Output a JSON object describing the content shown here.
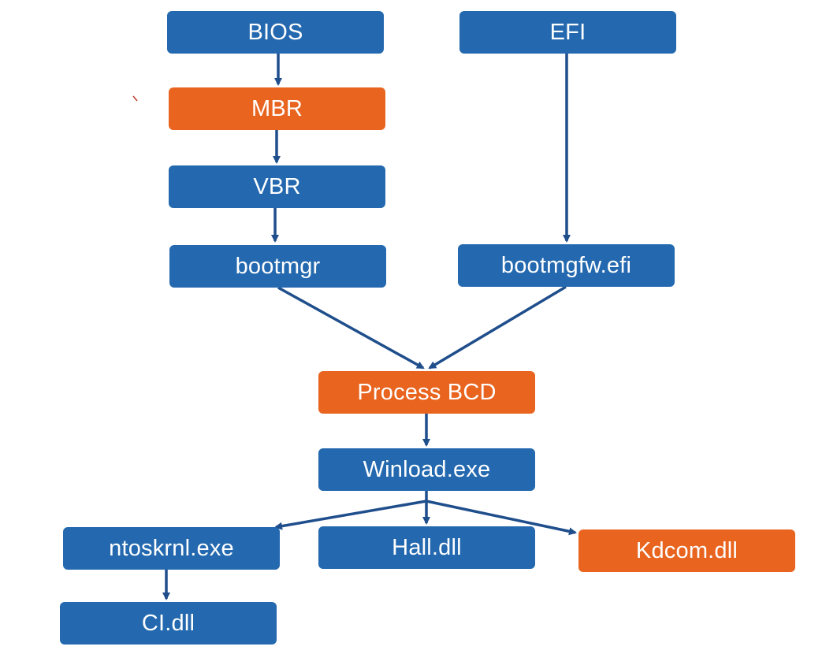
{
  "nodes": {
    "bios": "BIOS",
    "efi": "EFI",
    "mbr": "MBR",
    "vbr": "VBR",
    "bootmgr": "bootmgr",
    "bootmgfw": "bootmgfw.efi",
    "process_bcd": "Process BCD",
    "winload": "Winload.exe",
    "ntoskrnl": "ntoskrnl.exe",
    "hall": "Hall.dll",
    "kdcom": "Kdcom.dll",
    "ci": "CI.dll"
  },
  "colors": {
    "blue": "#2469AF",
    "orange": "#E8641F",
    "arrow": "#1F4E8C"
  }
}
